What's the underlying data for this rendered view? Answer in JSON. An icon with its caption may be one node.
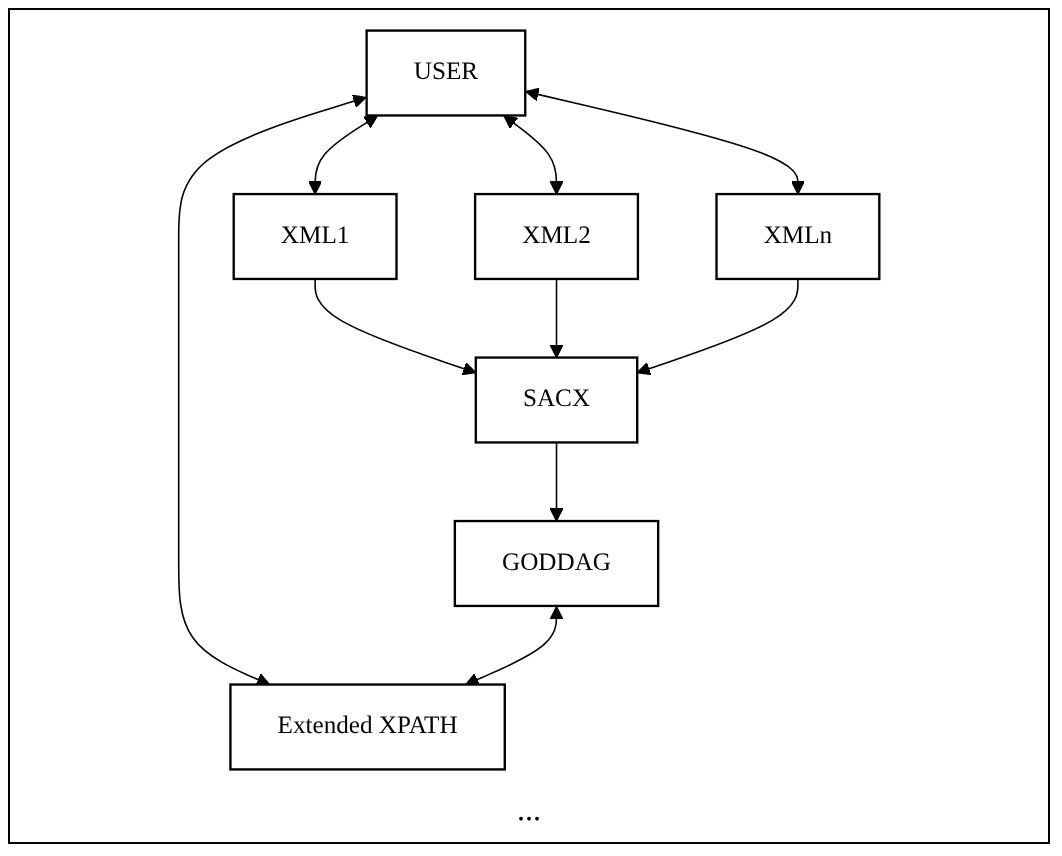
{
  "diagram": {
    "nodes": [
      {
        "text": [
          "USER"
        ]
      },
      {
        "text": [
          "XML1"
        ]
      },
      {
        "text": [
          "XML2"
        ]
      },
      {
        "text": [
          "XMLn"
        ]
      },
      {
        "text": [
          "Extended XPATH"
        ]
      },
      {
        "text": [
          "SACX"
        ]
      },
      {
        "text": [
          "GODDAG"
        ]
      }
    ],
    "edges": [
      {
        "from": 0,
        "to": 1,
        "arrow": "both"
      },
      {
        "from": 0,
        "to": 2,
        "arrow": "both"
      },
      {
        "from": 0,
        "to": 3,
        "arrow": "both"
      },
      {
        "from": 0,
        "to": 4,
        "arrow": "both"
      },
      {
        "from": 1,
        "to": 5,
        "arrow": "to"
      },
      {
        "from": 2,
        "to": 5,
        "arrow": "to"
      },
      {
        "from": 3,
        "to": 5,
        "arrow": "to"
      },
      {
        "from": 5,
        "to": 6,
        "arrow": "to"
      },
      {
        "from": 6,
        "to": 4,
        "arrow": "both"
      }
    ],
    "labels": [
      "..."
    ]
  }
}
